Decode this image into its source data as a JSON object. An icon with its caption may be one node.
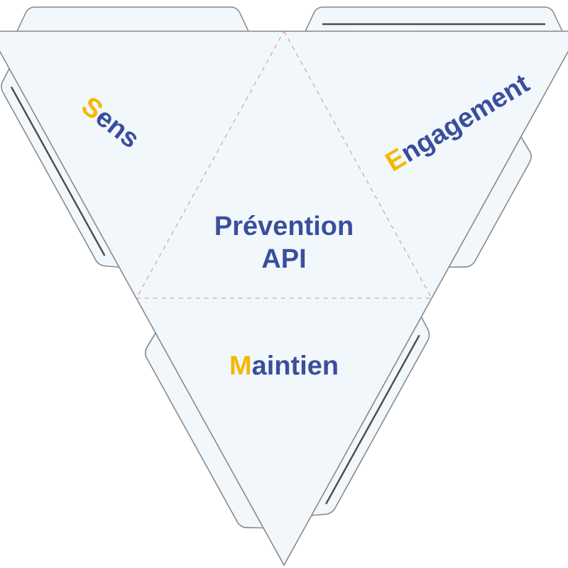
{
  "diagram": {
    "nodes": [
      {
        "text": [
          "Sens"
        ]
      },
      {
        "text": [
          "Engagement"
        ]
      },
      {
        "text": [
          "Prévention API"
        ]
      },
      {
        "text": [
          "Maintien"
        ]
      }
    ]
  }
}
